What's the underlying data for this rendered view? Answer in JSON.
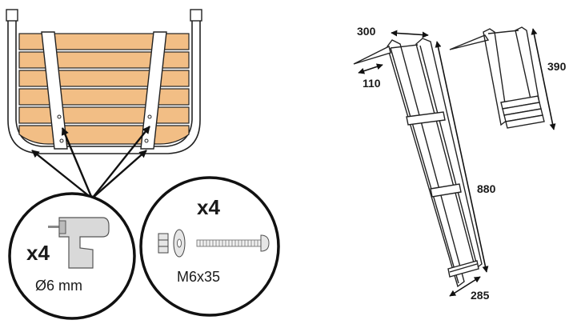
{
  "mount_diagram": {
    "drill": {
      "quantity": "x4",
      "diameter": "Ø6 mm"
    },
    "hardware": {
      "quantity": "x4",
      "bolt_size": "M6x35"
    },
    "icons": {
      "drill": "drill-icon",
      "bolt": "bolt-icon",
      "washer": "washer-icon",
      "nut": "nut-icon"
    },
    "colors": {
      "wood_plank": "#f2be85",
      "outline": "#222222"
    }
  },
  "ladder_dimensions": {
    "top_width": "300",
    "top_depth": "110",
    "folded_height": "390",
    "extended_length": "880",
    "step_width": "285"
  }
}
